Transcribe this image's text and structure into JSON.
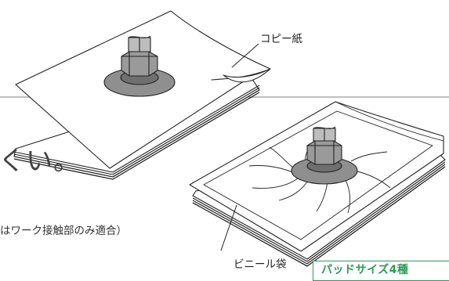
{
  "headline": "くい。",
  "note": "はワーク接触部のみ適合）",
  "labels": {
    "copy_paper": "コピー紙",
    "vinyl_bag": "ビニール袋"
  },
  "badge": {
    "text": "パッドサイズ4種"
  },
  "colors": {
    "line": "#222222",
    "divider": "#aaaaaa",
    "pad_gray": "#8f8f8f",
    "badge_green": "#2f9a55"
  }
}
